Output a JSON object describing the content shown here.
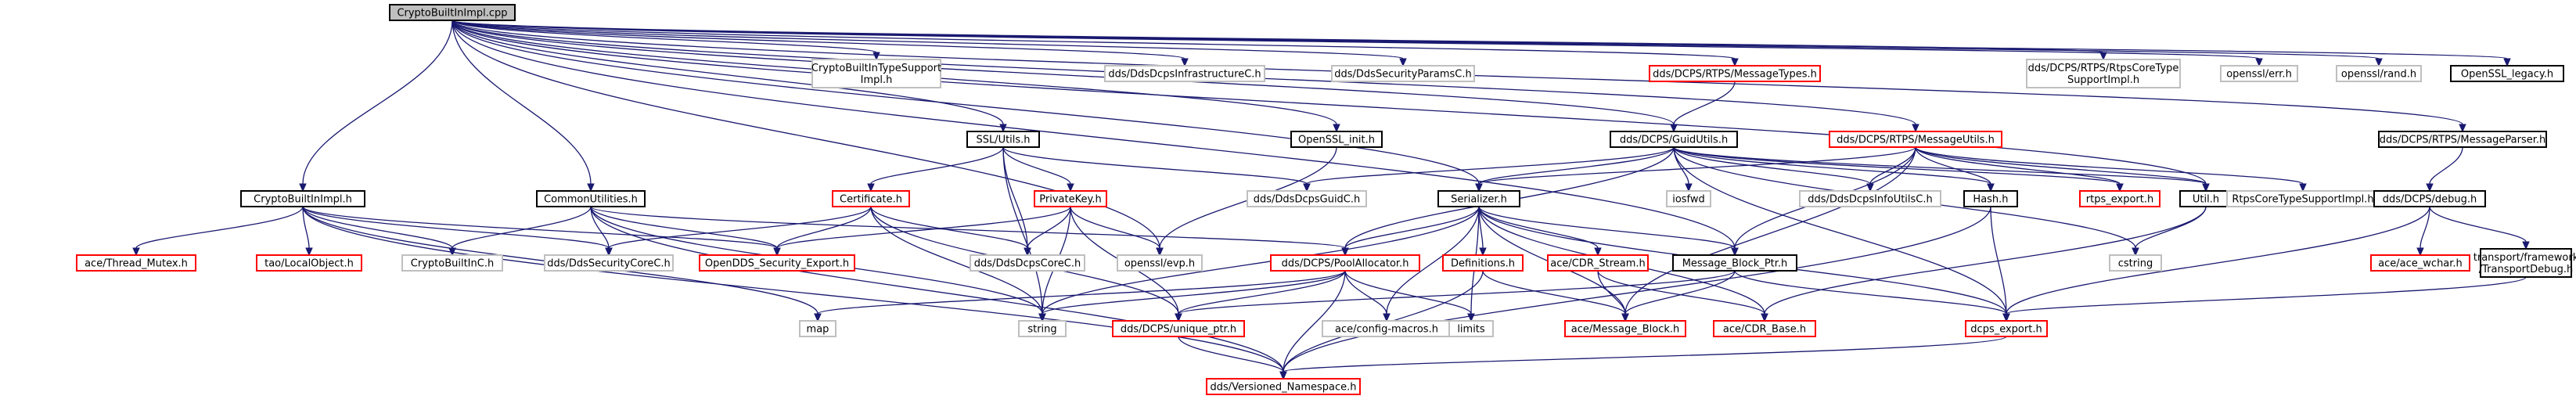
{
  "colors": {
    "edge": "#191970",
    "border_gray": "#bfbfbf",
    "border_red": "#ff0000",
    "border_black": "#000000",
    "root_fill": "#bfbfbf",
    "fill": "#ffffff"
  },
  "nodes": [
    {
      "id": "root",
      "lines": [
        "CryptoBuiltInImpl.cpp"
      ],
      "border": "black",
      "root": true
    },
    {
      "id": "typesupport",
      "lines": [
        "CryptoBuiltInTypeSupport",
        "Impl.h"
      ],
      "border": "gray"
    },
    {
      "id": "infracorec",
      "lines": [
        "dds/DdsDcpsInfrastructureC.h"
      ],
      "border": "gray"
    },
    {
      "id": "secparamsc",
      "lines": [
        "dds/DdsSecurityParamsC.h"
      ],
      "border": "gray"
    },
    {
      "id": "msgtypes",
      "lines": [
        "dds/DCPS/RTPS/MessageTypes.h"
      ],
      "border": "red"
    },
    {
      "id": "rtpscoretype",
      "lines": [
        "dds/DCPS/RTPS/RtpsCoreType",
        "SupportImpl.h"
      ],
      "border": "gray"
    },
    {
      "id": "opensslerr",
      "lines": [
        "openssl/err.h"
      ],
      "border": "gray"
    },
    {
      "id": "opensslrand",
      "lines": [
        "openssl/rand.h"
      ],
      "border": "gray"
    },
    {
      "id": "openssllegacy",
      "lines": [
        "OpenSSL_legacy.h"
      ],
      "border": "black"
    },
    {
      "id": "sslutils",
      "lines": [
        "SSL/Utils.h"
      ],
      "border": "black"
    },
    {
      "id": "opensslinit",
      "lines": [
        "OpenSSL_init.h"
      ],
      "border": "black"
    },
    {
      "id": "guidutils",
      "lines": [
        "dds/DCPS/GuidUtils.h"
      ],
      "border": "black"
    },
    {
      "id": "msgutils",
      "lines": [
        "dds/DCPS/RTPS/MessageUtils.h"
      ],
      "border": "red"
    },
    {
      "id": "msgparser",
      "lines": [
        "dds/DCPS/RTPS/MessageParser.h"
      ],
      "border": "black"
    },
    {
      "id": "cryptoimplh",
      "lines": [
        "CryptoBuiltInImpl.h"
      ],
      "border": "black"
    },
    {
      "id": "commonutils",
      "lines": [
        "CommonUtilities.h"
      ],
      "border": "black"
    },
    {
      "id": "certificate",
      "lines": [
        "Certificate.h"
      ],
      "border": "red"
    },
    {
      "id": "privatekey",
      "lines": [
        "PrivateKey.h"
      ],
      "border": "red"
    },
    {
      "id": "guidc",
      "lines": [
        "dds/DdsDcpsGuidC.h"
      ],
      "border": "gray"
    },
    {
      "id": "serializer",
      "lines": [
        "Serializer.h"
      ],
      "border": "black"
    },
    {
      "id": "iosfwd",
      "lines": [
        "iosfwd"
      ],
      "border": "gray"
    },
    {
      "id": "infoutilsc",
      "lines": [
        "dds/DdsDcpsInfoUtilsC.h"
      ],
      "border": "gray"
    },
    {
      "id": "hash",
      "lines": [
        "Hash.h"
      ],
      "border": "black"
    },
    {
      "id": "rtpsexport",
      "lines": [
        "rtps_export.h"
      ],
      "border": "red"
    },
    {
      "id": "util",
      "lines": [
        "Util.h"
      ],
      "border": "black"
    },
    {
      "id": "rtpscoretypeimpl",
      "lines": [
        "RtpsCoreTypeSupportImpl.h"
      ],
      "border": "gray"
    },
    {
      "id": "debug",
      "lines": [
        "dds/DCPS/debug.h"
      ],
      "border": "black"
    },
    {
      "id": "threadmutex",
      "lines": [
        "ace/Thread_Mutex.h"
      ],
      "border": "red"
    },
    {
      "id": "localobject",
      "lines": [
        "tao/LocalObject.h"
      ],
      "border": "red"
    },
    {
      "id": "builtinc",
      "lines": [
        "CryptoBuiltInC.h"
      ],
      "border": "gray"
    },
    {
      "id": "seccorec",
      "lines": [
        "dds/DdsSecurityCoreC.h"
      ],
      "border": "gray"
    },
    {
      "id": "securityexport",
      "lines": [
        "OpenDDS_Security_Export.h"
      ],
      "border": "red"
    },
    {
      "id": "dcpscorec",
      "lines": [
        "dds/DdsDcpsCoreC.h"
      ],
      "border": "gray"
    },
    {
      "id": "opensslevp",
      "lines": [
        "openssl/evp.h"
      ],
      "border": "gray"
    },
    {
      "id": "poolalloc",
      "lines": [
        "dds/DCPS/PoolAllocator.h"
      ],
      "border": "red"
    },
    {
      "id": "definitions",
      "lines": [
        "Definitions.h"
      ],
      "border": "red"
    },
    {
      "id": "cdrstream",
      "lines": [
        "ace/CDR_Stream.h"
      ],
      "border": "red"
    },
    {
      "id": "msgblockptr",
      "lines": [
        "Message_Block_Ptr.h"
      ],
      "border": "black"
    },
    {
      "id": "cstring",
      "lines": [
        "cstring"
      ],
      "border": "gray"
    },
    {
      "id": "acewchar",
      "lines": [
        "ace/ace_wchar.h"
      ],
      "border": "red"
    },
    {
      "id": "transportdebug",
      "lines": [
        "transport/framework",
        "/TransportDebug.h"
      ],
      "border": "black"
    },
    {
      "id": "map",
      "lines": [
        "map"
      ],
      "border": "gray"
    },
    {
      "id": "string",
      "lines": [
        "string"
      ],
      "border": "gray"
    },
    {
      "id": "uniqueptr",
      "lines": [
        "dds/DCPS/unique_ptr.h"
      ],
      "border": "red"
    },
    {
      "id": "configmacros",
      "lines": [
        "ace/config-macros.h"
      ],
      "border": "gray"
    },
    {
      "id": "limits",
      "lines": [
        "limits"
      ],
      "border": "gray"
    },
    {
      "id": "msgblock",
      "lines": [
        "ace/Message_Block.h"
      ],
      "border": "red"
    },
    {
      "id": "cdrbase",
      "lines": [
        "ace/CDR_Base.h"
      ],
      "border": "red"
    },
    {
      "id": "dcpsexport",
      "lines": [
        "dcps_export.h"
      ],
      "border": "red"
    },
    {
      "id": "versioned",
      "lines": [
        "dds/Versioned_Namespace.h"
      ],
      "border": "red"
    }
  ],
  "edges": [
    [
      "root",
      "cryptoimplh"
    ],
    [
      "root",
      "typesupport"
    ],
    [
      "root",
      "infracorec"
    ],
    [
      "root",
      "secparamsc"
    ],
    [
      "root",
      "msgtypes"
    ],
    [
      "root",
      "rtpscoretype"
    ],
    [
      "root",
      "opensslerr"
    ],
    [
      "root",
      "opensslrand"
    ],
    [
      "root",
      "openssllegacy"
    ],
    [
      "root",
      "commonutils"
    ],
    [
      "root",
      "sslutils"
    ],
    [
      "root",
      "opensslevp"
    ],
    [
      "root",
      "opensslinit"
    ],
    [
      "root",
      "serializer"
    ],
    [
      "root",
      "guidutils"
    ],
    [
      "root",
      "msgutils"
    ],
    [
      "root",
      "msgparser"
    ],
    [
      "root",
      "util"
    ],
    [
      "root",
      "msgblockptr"
    ],
    [
      "msgtypes",
      "guidutils"
    ],
    [
      "msgparser",
      "debug"
    ],
    [
      "sslutils",
      "certificate"
    ],
    [
      "sslutils",
      "privatekey"
    ],
    [
      "sslutils",
      "guidc"
    ],
    [
      "sslutils",
      "dcpscorec"
    ],
    [
      "sslutils",
      "string"
    ],
    [
      "opensslinit",
      "opensslevp"
    ],
    [
      "guidutils",
      "guidc"
    ],
    [
      "guidutils",
      "serializer"
    ],
    [
      "guidutils",
      "iosfwd"
    ],
    [
      "guidutils",
      "infoutilsc"
    ],
    [
      "guidutils",
      "hash"
    ],
    [
      "guidutils",
      "rtpsexport"
    ],
    [
      "guidutils",
      "util"
    ],
    [
      "guidutils",
      "cstring"
    ],
    [
      "guidutils",
      "poolalloc"
    ],
    [
      "guidutils",
      "dcpsexport"
    ],
    [
      "msgutils",
      "serializer"
    ],
    [
      "msgutils",
      "infoutilsc"
    ],
    [
      "msgutils",
      "hash"
    ],
    [
      "msgutils",
      "rtpsexport"
    ],
    [
      "msgutils",
      "rtpscoretypeimpl"
    ],
    [
      "msgutils",
      "msgblockptr"
    ],
    [
      "msgutils",
      "util"
    ],
    [
      "msgutils",
      "msgblock"
    ],
    [
      "cryptoimplh",
      "threadmutex"
    ],
    [
      "cryptoimplh",
      "localobject"
    ],
    [
      "cryptoimplh",
      "builtinc"
    ],
    [
      "cryptoimplh",
      "seccorec"
    ],
    [
      "cryptoimplh",
      "securityexport"
    ],
    [
      "cryptoimplh",
      "map"
    ],
    [
      "cryptoimplh",
      "versioned"
    ],
    [
      "commonutils",
      "builtinc"
    ],
    [
      "commonutils",
      "seccorec"
    ],
    [
      "commonutils",
      "securityexport"
    ],
    [
      "commonutils",
      "poolalloc"
    ],
    [
      "commonutils",
      "string"
    ],
    [
      "commonutils",
      "versioned"
    ],
    [
      "certificate",
      "seccorec"
    ],
    [
      "certificate",
      "securityexport"
    ],
    [
      "certificate",
      "dcpscorec"
    ],
    [
      "certificate",
      "string"
    ],
    [
      "certificate",
      "uniqueptr"
    ],
    [
      "privatekey",
      "securityexport"
    ],
    [
      "privatekey",
      "dcpscorec"
    ],
    [
      "privatekey",
      "opensslevp"
    ],
    [
      "privatekey",
      "string"
    ],
    [
      "privatekey",
      "uniqueptr"
    ],
    [
      "serializer",
      "definitions"
    ],
    [
      "serializer",
      "cdrstream"
    ],
    [
      "serializer",
      "msgblockptr"
    ],
    [
      "serializer",
      "poolalloc"
    ],
    [
      "serializer",
      "configmacros"
    ],
    [
      "serializer",
      "limits"
    ],
    [
      "serializer",
      "string"
    ],
    [
      "serializer",
      "msgblock"
    ],
    [
      "serializer",
      "cdrbase"
    ],
    [
      "serializer",
      "dcpsexport"
    ],
    [
      "hash",
      "dcpsexport"
    ],
    [
      "hash",
      "versioned"
    ],
    [
      "util",
      "cstring"
    ],
    [
      "util",
      "cdrbase"
    ],
    [
      "debug",
      "acewchar"
    ],
    [
      "debug",
      "transportdebug"
    ],
    [
      "debug",
      "dcpsexport"
    ],
    [
      "transportdebug",
      "dcpsexport"
    ],
    [
      "poolalloc",
      "map"
    ],
    [
      "poolalloc",
      "string"
    ],
    [
      "poolalloc",
      "uniqueptr"
    ],
    [
      "poolalloc",
      "configmacros"
    ],
    [
      "poolalloc",
      "limits"
    ],
    [
      "poolalloc",
      "versioned"
    ],
    [
      "definitions",
      "msgblock"
    ],
    [
      "definitions",
      "versioned"
    ],
    [
      "cdrstream",
      "msgblock"
    ],
    [
      "cdrstream",
      "cdrbase"
    ],
    [
      "msgblockptr",
      "msgblock"
    ],
    [
      "msgblockptr",
      "uniqueptr"
    ],
    [
      "msgblockptr",
      "dcpsexport"
    ],
    [
      "uniqueptr",
      "versioned"
    ],
    [
      "dcpsexport",
      "versioned"
    ]
  ]
}
